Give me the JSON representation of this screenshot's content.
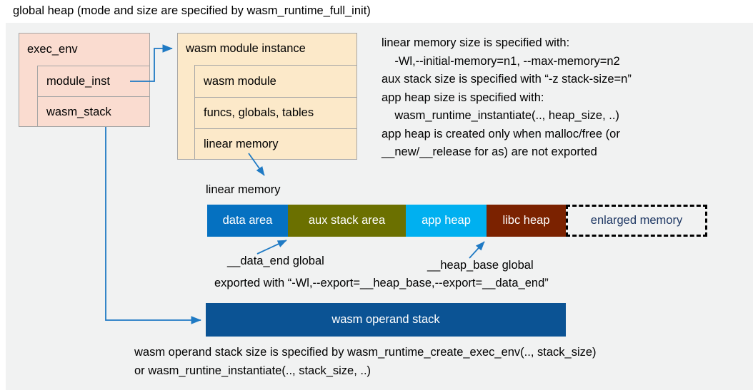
{
  "title": "global heap (mode and size are specified by wasm_runtime_full_init)",
  "colors": {
    "panel_background": "#f1f2f2",
    "exec_env_fill": "#fadcd0",
    "module_instance_fill": "#fce9c9",
    "box_border": "#a6a6a6",
    "arrow": "#1f7ac4",
    "data_area": "#0571c1",
    "aux_stack_area": "#6b7000",
    "app_heap": "#00b0f0",
    "libc_heap": "#7b2200",
    "enlarged_memory_text": "#1f3864",
    "operand_stack": "#0b5394"
  },
  "exec_env": {
    "title": "exec_env",
    "rows": [
      {
        "label": "module_inst"
      },
      {
        "label": "wasm_stack"
      }
    ]
  },
  "module_instance": {
    "title": "wasm module instance",
    "rows": [
      {
        "label": "wasm module"
      },
      {
        "label": "funcs, globals, tables"
      },
      {
        "label": "linear memory"
      }
    ]
  },
  "spec_notes": "linear memory size is specified with:\n    -Wl,--initial-memory=n1, --max-memory=n2\naux stack size is specified with “-z stack-size=n”\napp heap size is specified with:\n    wasm_runtime_instantiate(.., heap_size, ..)\napp heap is created only when malloc/free (or\n__new/__release for as) are not exported",
  "linear_memory": {
    "label": "linear memory",
    "segments": [
      {
        "label": "data area",
        "color": "#0571c1",
        "width": 113
      },
      {
        "label": "aux stack area",
        "color": "#6b7000",
        "width": 165
      },
      {
        "label": "app heap",
        "color": "#00b0f0",
        "width": 113
      },
      {
        "label": "libc heap",
        "color": "#7b2200",
        "width": 111
      },
      {
        "label": "enlarged memory",
        "color": "#f1f2f2",
        "width": 198
      }
    ]
  },
  "annotations": {
    "data_end": "__data_end global",
    "heap_base": "__heap_base global",
    "exported_with": "exported with “-Wl,--export=__heap_base,--export=__data_end”"
  },
  "operand_stack": {
    "label": "wasm operand stack",
    "notes": "wasm operand stack size is specified by wasm_runtime_create_exec_env(.., stack_size)\nor wasm_runtine_instantiate(.., stack_size, ..)"
  }
}
